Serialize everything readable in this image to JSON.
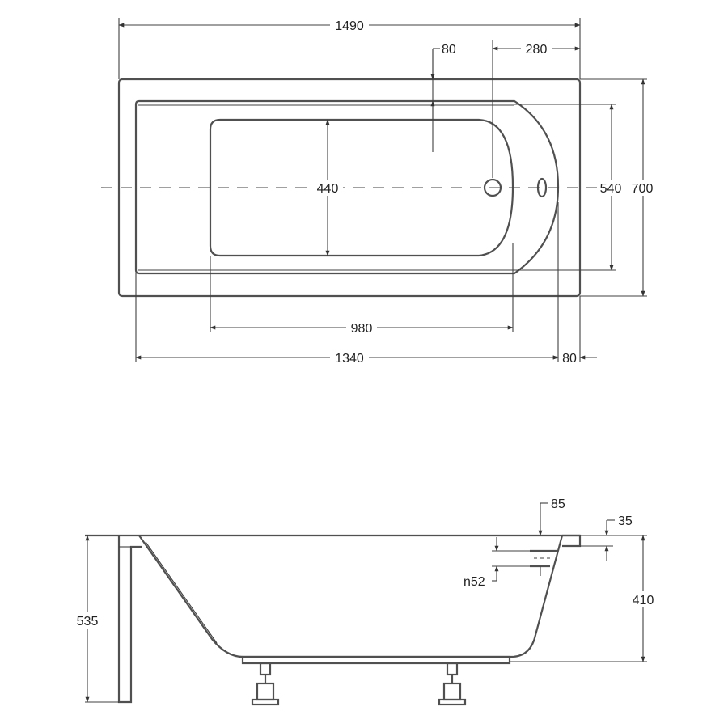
{
  "plan_view": {
    "overall_length": "1490",
    "overall_width": "700",
    "rim_to_center": "80",
    "drain_offset": "280",
    "bottom_width": "440",
    "inner_width": "540",
    "bottom_length": "980",
    "inner_length": "1340",
    "end_rim": "80"
  },
  "side_view": {
    "overflow_offset": "85",
    "rim_thickness": "35",
    "overflow_diameter": "n52",
    "depth": "410",
    "total_height": "535"
  },
  "colors": {
    "line": "#505050",
    "text": "#222222"
  }
}
